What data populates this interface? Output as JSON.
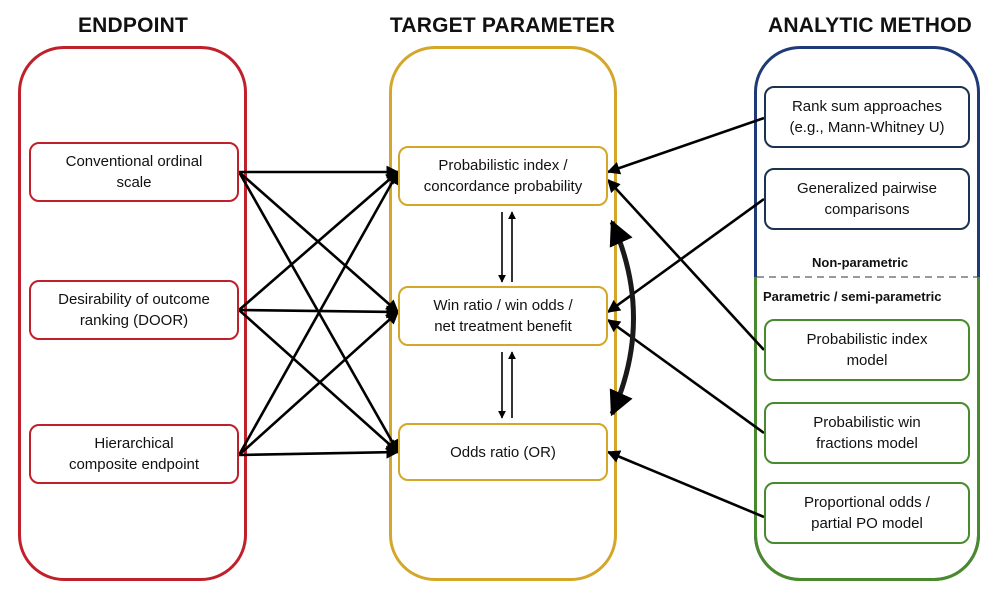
{
  "columns": {
    "endpoint": {
      "heading": "ENDPOINT",
      "color": "#c0202a"
    },
    "target": {
      "heading": "TARGET PARAMETER",
      "color": "#d4a62a"
    },
    "method": {
      "heading": "ANALYTIC METHOD",
      "color_top": "#1f3a78",
      "color_bottom": "#4a8a2e"
    }
  },
  "endpoints": [
    {
      "line1": "Conventional ordinal",
      "line2": "scale"
    },
    {
      "line1": "Desirability of outcome",
      "line2": "ranking (DOOR)"
    },
    {
      "line1": "Hierarchical",
      "line2": "composite endpoint"
    }
  ],
  "targets": [
    {
      "line1": "Probabilistic index /",
      "line2": "concordance probability"
    },
    {
      "line1": "Win ratio / win odds /",
      "line2": "net treatment benefit"
    },
    {
      "line1": "Odds ratio (OR)",
      "line2": ""
    }
  ],
  "methods": [
    {
      "line1": "Rank sum approaches",
      "line2": "(e.g., Mann-Whitney U)"
    },
    {
      "line1": "Generalized pairwise",
      "line2": "comparisons"
    },
    {
      "line1": "Probabilistic index",
      "line2": "model"
    },
    {
      "line1": "Probabilistic win",
      "line2": "fractions model"
    },
    {
      "line1": "Proportional odds /",
      "line2": "partial PO model"
    }
  ],
  "section_labels": {
    "non_parametric": "Non-parametric",
    "parametric": "Parametric / semi-parametric"
  },
  "connections": {
    "endpoint_to_target": "all",
    "method_to_target": [
      {
        "method": "Rank sum approaches",
        "target": "Probabilistic index / concordance probability"
      },
      {
        "method": "Generalized pairwise comparisons",
        "target": "Win ratio / win odds / net treatment benefit"
      },
      {
        "method": "Probabilistic index model",
        "target": "Probabilistic index / concordance probability"
      },
      {
        "method": "Probabilistic win fractions model",
        "target": "Win ratio / win odds / net treatment benefit"
      },
      {
        "method": "Proportional odds / partial PO model",
        "target": "Odds ratio (OR)"
      }
    ],
    "target_conversions": [
      {
        "between": [
          "Probabilistic index / concordance probability",
          "Win ratio / win odds / net treatment benefit"
        ],
        "direction": "bidirectional"
      },
      {
        "between": [
          "Win ratio / win odds / net treatment benefit",
          "Odds ratio (OR)"
        ],
        "direction": "bidirectional"
      },
      {
        "between": [
          "Probabilistic index / concordance probability",
          "Odds ratio (OR)"
        ],
        "direction": "bidirectional",
        "style": "curved-bold"
      }
    ]
  }
}
